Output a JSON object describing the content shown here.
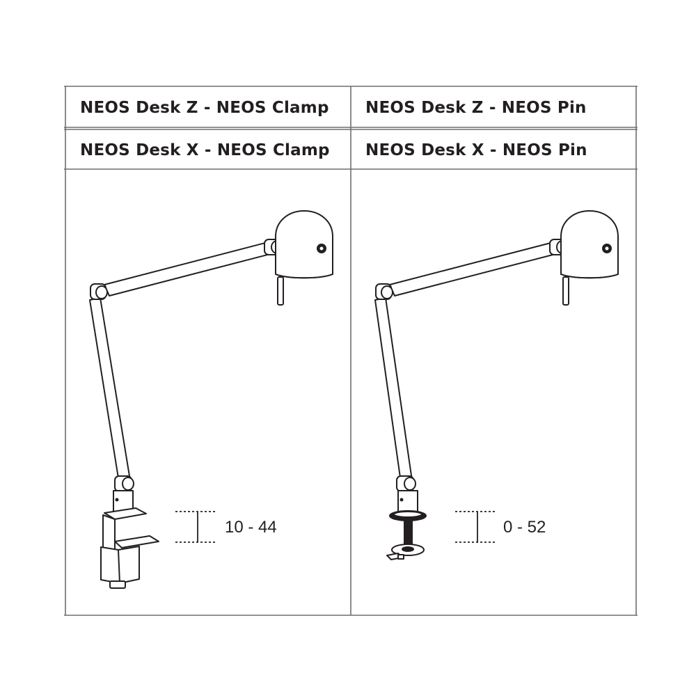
{
  "table": {
    "header_rows": [
      {
        "left": "NEOS Desk Z - NEOS Clamp",
        "right": "NEOS Desk Z - NEOS Pin"
      },
      {
        "left": "NEOS Desk X - NEOS Clamp",
        "right": "NEOS Desk X - NEOS Pin"
      }
    ]
  },
  "figures": {
    "left": {
      "mount": "clamp",
      "dimension_label": "10 - 44"
    },
    "right": {
      "mount": "pin",
      "dimension_label": "0 - 52"
    }
  },
  "colors": {
    "line": "#231f20",
    "fill": "#ffffff",
    "dark": "#231f20"
  }
}
